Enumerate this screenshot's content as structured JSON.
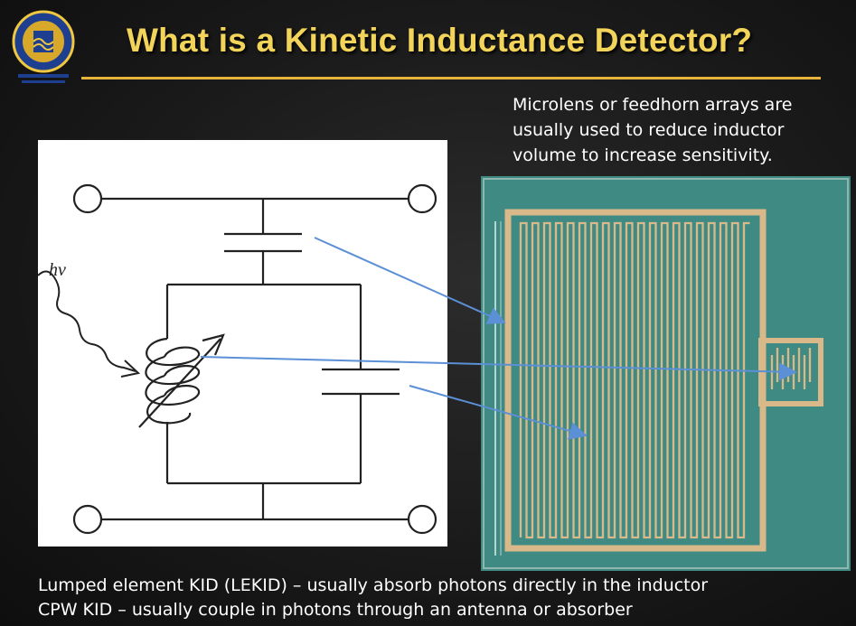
{
  "slide": {
    "title": "What is a Kinetic Inductance Detector?",
    "note": "Microlens or feedhorn arrays are usually used to reduce inductor volume to increase sensitivity.",
    "circuit_label": "hv",
    "bullets": [
      "Lumped element KID (LEKID) – usually absorb photons directly in the inductor",
      "CPW KID – usually couple in photons through an antenna or absorber"
    ]
  },
  "colors": {
    "title": "#f3d45a",
    "rule": "#e6b43a",
    "arrow": "#5b8fd6",
    "chip_substrate": "#3f8a82",
    "chip_metal": "#d9b98a"
  }
}
